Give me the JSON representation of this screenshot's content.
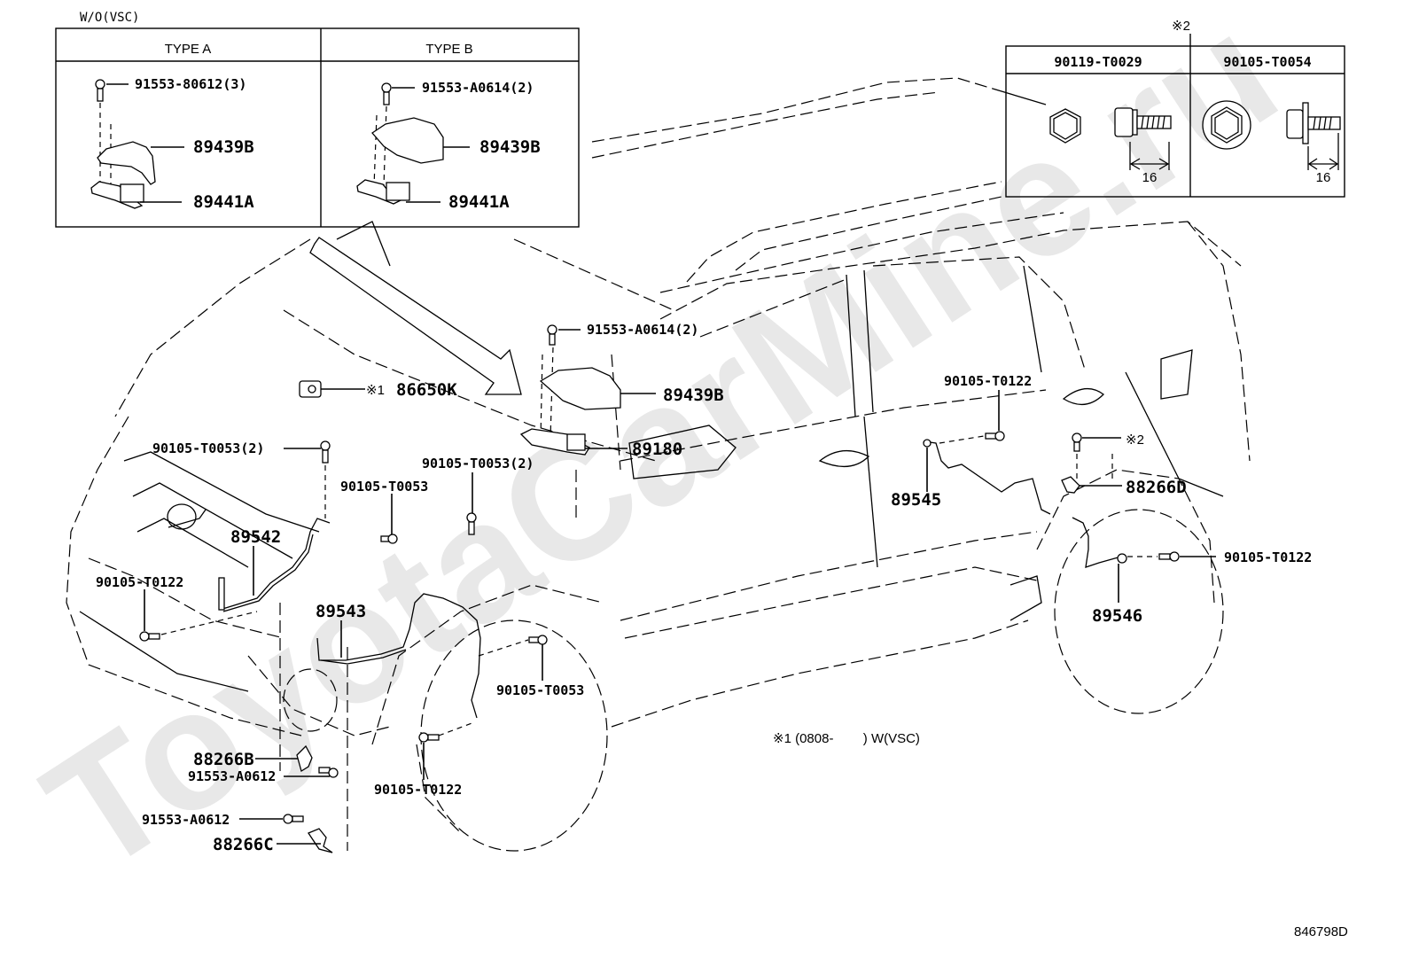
{
  "watermark": "ToyotaCarMine.ru",
  "drawing_number": "846798D",
  "inset_left": {
    "caption": "W/O(VSC)",
    "type_a": {
      "header": "TYPE A",
      "bolt": "91553-80612(3)",
      "cover": "89439B",
      "sensor_bracket": "89441A"
    },
    "type_b": {
      "header": "TYPE B",
      "bolt": "91553-A0614(2)",
      "cover": "89439B",
      "sensor_bracket": "89441A"
    }
  },
  "inset_right": {
    "caption": "※2",
    "col1": {
      "header": "90119-T0029",
      "dimension": "16"
    },
    "col2": {
      "header": "90105-T0054",
      "dimension": "16"
    }
  },
  "labels": {
    "yaw_bolt": "91553-A0614(2)",
    "relay": "86650K",
    "relay_note": "※1",
    "yaw_cover": "89439B",
    "yaw_sensor": "89180",
    "bolt_front_left_top": "90105-T0053(2)",
    "bolt_front_right_top": "90105-T0053(2)",
    "bolt_front_mid": "90105-T0053",
    "front_harness_left": "89542",
    "front_harness_right": "89543",
    "bolt_front_bumper": "90105-T0122",
    "bolt_front_wheel_top": "90105-T0053",
    "bolt_front_wheel_bottom": "90105-T0122",
    "bracket_b": "88266B",
    "bolt_bracket_b": "91553-A0612",
    "bolt_bracket_c": "91553-A0612",
    "bracket_c": "88266C",
    "bolt_rear_top": "90105-T0122",
    "rear_harness_left": "89545",
    "rear_bolt_note": "※2",
    "bracket_d": "88266D",
    "bolt_rear_wheel": "90105-T0122",
    "rear_sensor_right": "89546"
  },
  "footnote": "※1 (0808-        ) W(VSC)"
}
